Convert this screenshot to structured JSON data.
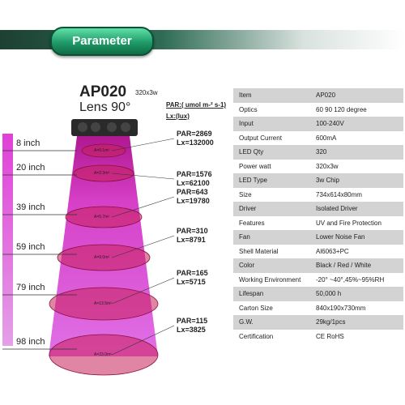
{
  "header": {
    "title": "Parameter"
  },
  "product": {
    "model": "AP020",
    "lens": "Lens 90°",
    "spec": "320x3w",
    "par_unit": "PAR:( umol m-² s-1)",
    "lux_unit": "Lx:(lux)"
  },
  "measurements": [
    {
      "distance": "8 inch",
      "par": "PAR=2869",
      "lux": "Lx=132000",
      "area": "A=0.1m²"
    },
    {
      "distance": "20 inch",
      "par": "PAR=1576",
      "lux": "Lx=62100",
      "area": "A=2.3m²"
    },
    {
      "distance": "39 inch",
      "par": "PAR=643",
      "lux": "Lx=19780",
      "area": "A=5.7m²"
    },
    {
      "distance": "59 inch",
      "par": "PAR=310",
      "lux": "Lx=8791",
      "area": "A=9.0m²"
    },
    {
      "distance": "79 inch",
      "par": "PAR=165",
      "lux": "Lx=5715",
      "area": "A=13.5m²"
    },
    {
      "distance": "98 inch",
      "par": "PAR=115",
      "lux": "Lx=3825",
      "area": "A=23.0m²"
    }
  ],
  "specs": [
    {
      "key": "Item",
      "value": "AP020"
    },
    {
      "key": "Optics",
      "value": "60 90 120 degree"
    },
    {
      "key": "Input",
      "value": "100-240V"
    },
    {
      "key": "Output Current",
      "value": "600mA"
    },
    {
      "key": "LED Qty",
      "value": "320"
    },
    {
      "key": "Power watt",
      "value": "320x3w"
    },
    {
      "key": "LED Type",
      "value": "3w Chip"
    },
    {
      "key": "Size",
      "value": "734x614x80mm"
    },
    {
      "key": "Driver",
      "value": "Isolated Driver"
    },
    {
      "key": "Features",
      "value": "UV and Fire Protection"
    },
    {
      "key": "Fan",
      "value": "Lower Noise Fan"
    },
    {
      "key": "Shell Material",
      "value": "Al6063+PC"
    },
    {
      "key": "Color",
      "value": "Black / Red / White"
    },
    {
      "key": "Working Environment",
      "value": "-20° ~40°,45%~95%RH"
    },
    {
      "key": "Lifespan",
      "value": "50,000 h"
    },
    {
      "key": "Carton Size",
      "value": "840x190x730mm"
    },
    {
      "key": "G.W.",
      "value": "29kg/1pcs"
    },
    {
      "key": "Certification",
      "value": "CE RoHS"
    }
  ],
  "colors": {
    "brand": "#1f9a68",
    "beam": "#e040c8",
    "bar": "#d63fd0",
    "lamp": "#2a2a2a"
  }
}
